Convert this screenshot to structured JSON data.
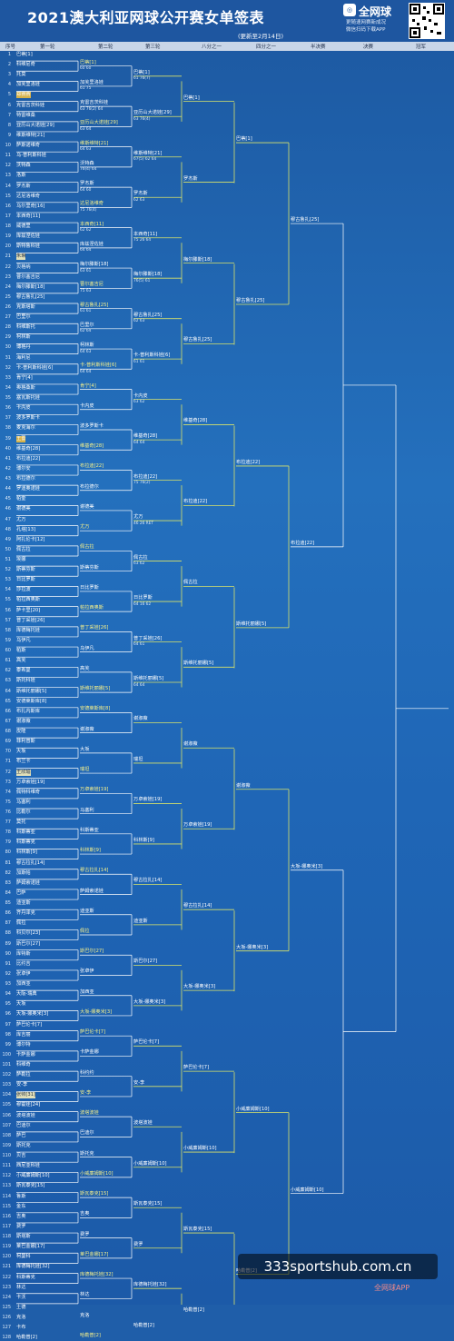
{
  "header": {
    "title": "2021澳大利亚网球公开赛女单签表",
    "updated": "(更新至2月14日)",
    "logo": "全网球",
    "logo_sub1": "更随速网赛新成况",
    "logo_sub2": "微信扫码下载APP"
  },
  "columns": [
    "序号",
    "第一轮",
    "第二轮",
    "第三轮",
    "八分之一",
    "四分之一",
    "半决赛",
    "决赛",
    "冠军"
  ],
  "players": [
    "巴蒂[1]",
    "科维尼奇",
    "托莫",
    "加芙里洛娃",
    "郑赛赛",
    "克雷吉茨科娃",
    "特雷维桑",
    "亚历山大诺娃[29]",
    "维斯维特[21]",
    "萨斯诺维奇",
    "乌-普利斯科娃",
    "沃特森",
    "洛斯",
    "罗杰斯",
    "达尼洛维奇",
    "乌尔里奇[16]",
    "本西奇[11]",
    "威德里",
    "库兹涅佐娃",
    "斯特鲁科娃",
    "朱琳",
    "贝格纳",
    "曹尔塞吉尼",
    "梅尔滕斯[18]",
    "穆古鲁扎[25]",
    "克斯塔斯",
    "巴里尔",
    "科维斯托",
    "柯林斯",
    "博格丹",
    "海利尼",
    "卡-普利斯科娃[6]",
    "肯宁[4]",
    "奥格桑斯",
    "塞瓦斯托娃",
    "卡内皮",
    "波多罗斯卡",
    "麦克海尔",
    "王蔷",
    "维基奇[28]",
    "布拉迪[22]",
    "博尔安",
    "布拉德尔",
    "罗迪奥诺娃",
    "帕奎",
    "谢德美",
    "尤万",
    "孔塔[13]",
    "阿扎伦卡[12]",
    "佩古拉",
    "埃娜",
    "斯蒂芬斯",
    "日比罗斯",
    "莎拉波",
    "帕拉西奥斯",
    "萨卡里[20]",
    "普丁采娃[26]",
    "库德梅托娃",
    "乌伊凡",
    "帕斯",
    "高芙",
    "泰希曼",
    "斯托科娃",
    "斯维托丽娜[5]",
    "安德莱斯库[8]",
    "布扎内斯库",
    "谢淑薇",
    "皮隆",
    "菲利普斯",
    "大坂",
    "布兰卡",
    "王欣瑜",
    "万卓索娃[19]",
    "佩特科维奇",
    "马塞利",
    "比勒尔",
    "莫托",
    "科斯蒂亚",
    "科斯蒂克",
    "科林斯[9]",
    "穆古拉扎[14]",
    "加斯帕",
    "萨姆索诺娃",
    "巴萨",
    "迪亚斯",
    "齐丹泽克",
    "佩拉",
    "科贝尔[23]",
    "斯巴尔[27]",
    "库特斯",
    "比约吉",
    "张卓伊",
    "加西亚",
    "大阪-瑞典",
    "大坂",
    "大坂-娜奥米[3]",
    "萨巴伦卡[7]",
    "库吉丽",
    "博尔特",
    "卡萨金娜",
    "科维奇",
    "萨勒拉",
    "安-李",
    "张帅[31]",
    "穆霍娃[24]",
    "波塔波娃",
    "巴迪尔",
    "萨巴",
    "斯托克",
    "贝吉",
    "西尼亚科娃",
    "小威廉姆斯[10]",
    "斯瓦泰克[15]",
    "鲁斯",
    "金东",
    "吉奥",
    "费罗",
    "斯塔斯",
    "莱巴金娜[17]",
    "柯曼科",
    "库德梅托娃[32]",
    "科斯蒂克",
    "林达",
    "卡沃",
    "土德",
    "克洛",
    "卡布",
    "哈勒普[2]"
  ],
  "round2": [
    "巴蒂[1]",
    "加芙里洛娃",
    "克雷吉茨科娃",
    "亚历山大诺娃[29]",
    "维斯维特[21]",
    "沃特森",
    "罗杰斯",
    "达尼洛维奇",
    "本西奇[11]",
    "库兹涅佐娃",
    "梅尔滕斯[18]",
    "曹尔塞吉尼",
    "穆古鲁扎[25]",
    "巴里尔",
    "柯林斯",
    "卡-普利斯科娃[6]",
    "肯宁[4]",
    "卡内皮",
    "波多罗斯卡",
    "维基奇[28]",
    "布拉迪[22]",
    "布拉德尔",
    "谢德美",
    "尤万",
    "佩古拉",
    "斯蒂芬斯",
    "日比罗斯",
    "帕拉西奥斯",
    "普丁采娃[26]",
    "乌伊凡",
    "高芙",
    "斯维托丽娜[5]",
    "安德莱斯库[8]",
    "谢淑薇",
    "大坂",
    "瑞坦",
    "万卓索娃[19]",
    "马塞利",
    "科斯蒂亚",
    "科林斯[9]",
    "穆古拉扎[14]",
    "萨姆索诺娃",
    "迪亚斯",
    "佩拉",
    "斯巴尔[27]",
    "张卓伊",
    "加西亚",
    "大坂-娜奥米[3]",
    "萨巴伦卡[7]",
    "卡萨金娜",
    "科约约",
    "安-李",
    "波塔波娃",
    "巴迪尔",
    "斯托克",
    "小威廉姆斯[10]",
    "斯瓦泰克[15]",
    "吉奥",
    "费罗",
    "莱巴金娜[17]",
    "库德梅托娃[32]",
    "林达",
    "克洛",
    "哈勒普[2]"
  ],
  "round3": [
    "巴蒂[1]",
    "亚历山大诺娃[29]",
    "维斯维特[21]",
    "罗杰斯",
    "本西奇[11]",
    "梅尔滕斯[18]",
    "穆古鲁扎[25]",
    "卡-普利斯科娃[6]",
    "卡内皮",
    "维基奇[28]",
    "布拉迪[22]",
    "尤万",
    "佩古拉",
    "日比罗斯",
    "普丁采娃[26]",
    "斯维托丽娜[5]",
    "谢淑薇",
    "瑞坦",
    "万卓索娃[19]",
    "科林斯[9]",
    "穆古拉扎[14]",
    "迪亚斯",
    "斯巴尔[27]",
    "大坂-娜奥米[3]",
    "萨巴伦卡[7]",
    "安-李",
    "波塔波娃",
    "小威廉姆斯[10]",
    "斯瓦泰克[15]",
    "费罗",
    "库德梅托娃[32]",
    "哈勒普[2]"
  ],
  "round4": [
    "巴蒂[1]",
    "罗杰斯",
    "梅尔滕斯[18]",
    "穆古鲁扎[25]",
    "维基奇[28]",
    "布拉迪[22]",
    "佩古拉",
    "斯维托丽娜[5]",
    "谢淑薇",
    "万卓索娃[19]",
    "穆古拉扎[14]",
    "大坂-娜奥米[3]",
    "萨巴伦卡[7]",
    "小威廉姆斯[10]",
    "斯瓦泰克[15]",
    "哈勒普[2]"
  ],
  "qf": [
    "巴蒂[1]",
    "穆古鲁扎[25]",
    "布拉迪[22]",
    "斯维托丽娜[5]",
    "谢淑薇",
    "大坂-娜奥米[3]",
    "小威廉姆斯[10]",
    "哈勒普[2]"
  ],
  "sf": [
    "穆古鲁扎[25]",
    "布拉迪[22]",
    "大坂-娜奥米[3]",
    "小威廉姆斯[10]"
  ],
  "scores_r1": [
    "60 60",
    "61 75",
    "63 76(2) 64",
    "63 64",
    "64 63",
    "76(4) 64",
    "64 60",
    "75 76(4)",
    "62 62",
    "64 64",
    "63 61",
    "75 63",
    "61 61",
    "62 64",
    "64 63",
    "64 64"
  ],
  "scores_r2": [
    "61 76(7)",
    "63 76(4)",
    "67(5) 62 64",
    "62 63",
    "75 26 64",
    "76(5) 61",
    "62 63",
    "61 61",
    "63 62",
    "64 64",
    "75 76(2)",
    "46 26 RET",
    "63 62",
    "64 16 62",
    "64 61",
    "64 64"
  ],
  "watermark": "333sportshub.com.cn",
  "watermark2": "全网球APP"
}
